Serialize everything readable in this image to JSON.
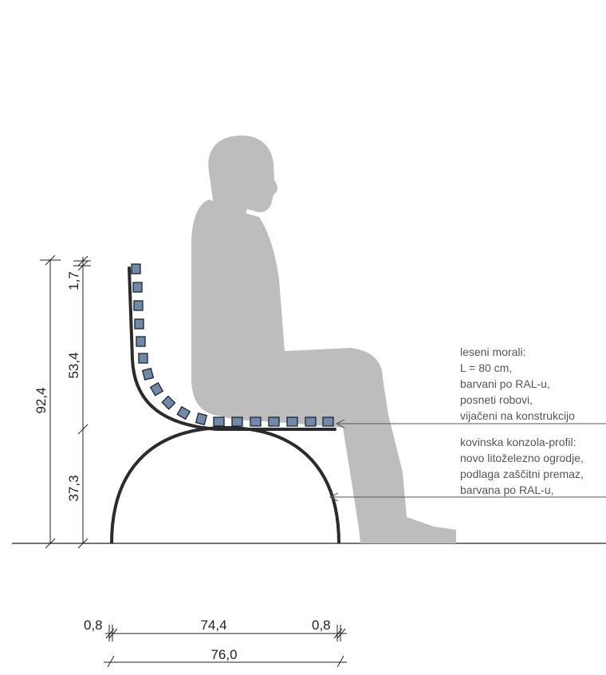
{
  "dimensions": {
    "total_height": "92,4",
    "top_offset": "1,7",
    "backrest_height": "53,4",
    "seat_height": "37,3",
    "left_profile": "0,8",
    "inner_width": "74,4",
    "right_profile": "0,8",
    "total_width": "76,0"
  },
  "notes": {
    "wood": [
      "leseni morali:",
      "L = 80 cm,",
      "barvani po RAL-u,",
      "posneti robovi,",
      "vijačeni na konstrukcijo"
    ],
    "metal": [
      "kovinska konzola-profil:",
      "novo litoželezno ogrodje,",
      "podlaga zaščitni premaz,",
      "barvana po RAL-u,"
    ]
  },
  "colors": {
    "silhouette": "#bdbdbd",
    "slat_fill": "#6f8aa8",
    "slat_stroke": "#1b2430",
    "frame": "#2b2b2b"
  }
}
